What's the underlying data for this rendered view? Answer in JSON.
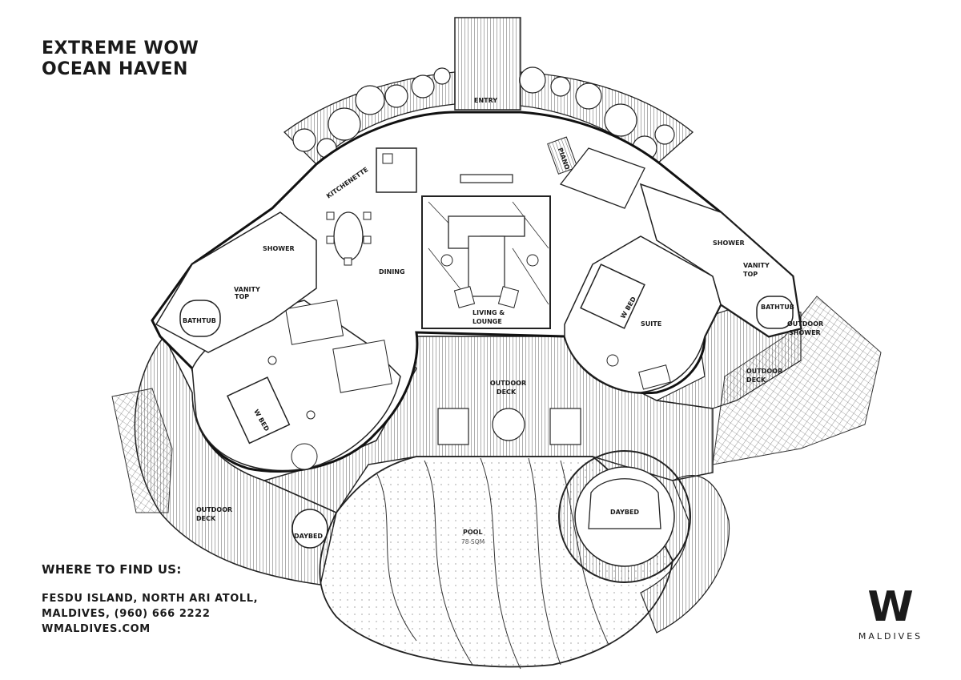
{
  "title": {
    "line1": "EXTREME WOW",
    "line2": "OCEAN HAVEN"
  },
  "find_us": {
    "heading": "WHERE TO FIND US:",
    "line1": "FESDU ISLAND, NORTH ARI ATOLL,",
    "line2": "MALDIVES, (960) 666 2222",
    "line3": "WMALDIVES.COM"
  },
  "logo": {
    "mark": "W",
    "subtitle": "MALDIVES"
  },
  "rooms": {
    "entry": "ENTRY",
    "piano": "PIANO",
    "kitchenette": "KITCHENETTE",
    "dining": "DINING",
    "shower_left": "SHOWER",
    "vanity_left_1": "VANITY",
    "vanity_left_2": "TOP",
    "bathtub_left": "BATHTUB",
    "w_bed_left": "W BED",
    "living_1": "LIVING &",
    "living_2": "LOUNGE",
    "w_bed_right": "W BED",
    "suite": "SUITE",
    "shower_right": "SHOWER",
    "vanity_right_1": "VANITY",
    "vanity_right_2": "TOP",
    "bathtub_right": "BATHTUB",
    "outdoor_shower_1": "OUTDOOR",
    "outdoor_shower_2": "SHOWER",
    "outdoor_deck_center_1": "OUTDOOR",
    "outdoor_deck_center_2": "DECK",
    "outdoor_deck_right_1": "OUTDOOR",
    "outdoor_deck_right_2": "DECK",
    "outdoor_deck_left_1": "OUTDOOR",
    "outdoor_deck_left_2": "DECK",
    "daybed_small": "DAYBED",
    "daybed_large": "DAYBED",
    "pool": "POOL",
    "pool_area": "78 SQM"
  }
}
